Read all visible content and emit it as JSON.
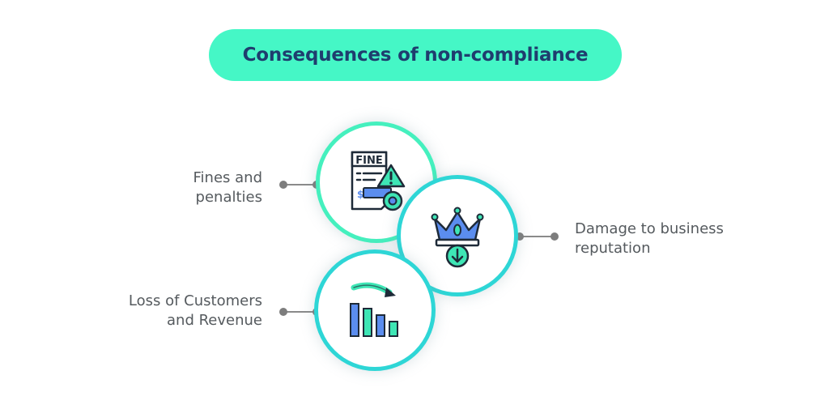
{
  "title": "Consequences of non-compliance",
  "colors": {
    "title_pill": "#45f7c6",
    "title_text": "#1f3d6e",
    "ring_green": "#45f0be",
    "ring_teal": "#2ed6d6",
    "icon_blue": "#5b8def",
    "icon_mint": "#3ee6b5",
    "icon_dark": "#1e2a38",
    "label_text": "#555a5e"
  },
  "items": [
    {
      "id": "fines",
      "label_lines": [
        "Fines and",
        "penalties"
      ],
      "icon": "fine-document-warning-icon",
      "icon_text": "FINE",
      "icon_symbol": "$",
      "ring": "green"
    },
    {
      "id": "reputation",
      "label_lines": [
        "Damage to business",
        "reputation"
      ],
      "icon": "crown-down-arrow-icon",
      "ring": "teal"
    },
    {
      "id": "customers",
      "label_lines": [
        "Loss of Customers",
        "and Revenue"
      ],
      "icon": "declining-bar-chart-icon",
      "ring": "teal"
    }
  ]
}
